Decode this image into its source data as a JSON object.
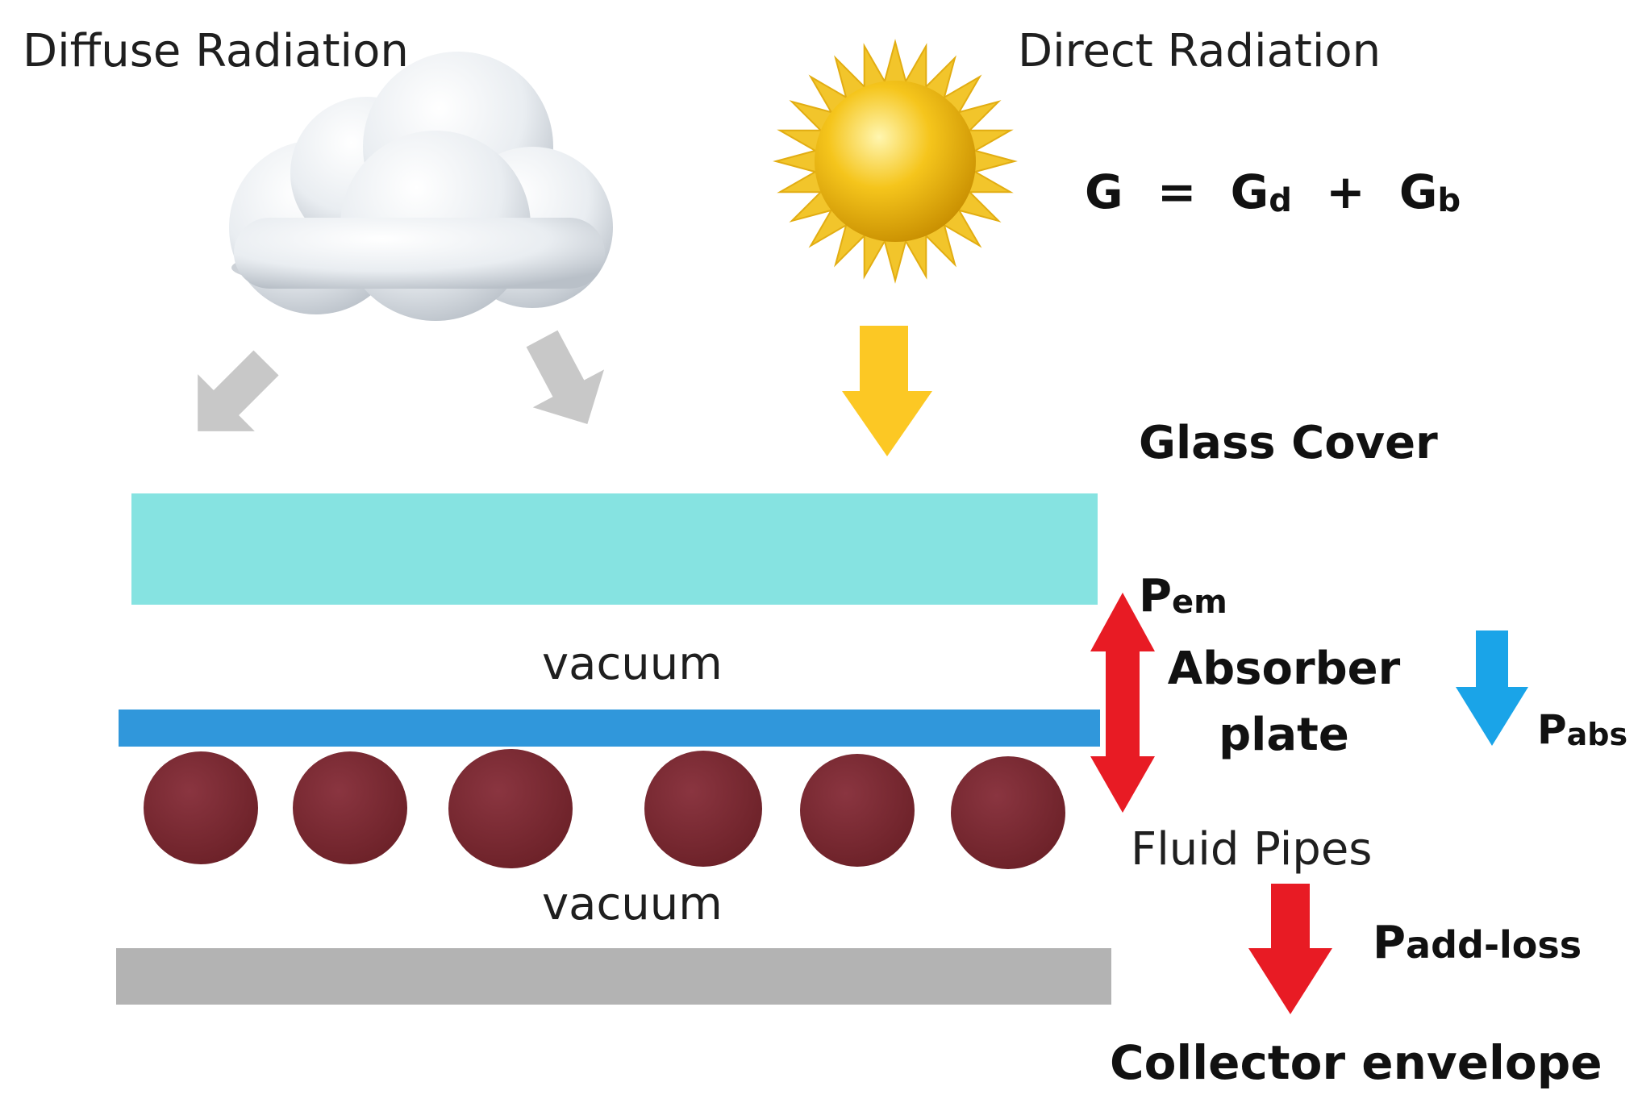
{
  "labels": {
    "diffuse_radiation": "Diffuse Radiation",
    "direct_radiation": "Direct Radiation",
    "glass_cover": "Glass Cover",
    "vacuum_top": "vacuum",
    "absorber_line1": "Absorber",
    "absorber_line2": "plate",
    "fluid_pipes": "Fluid Pipes",
    "vacuum_bottom": "vacuum",
    "collector_envelope": "Collector envelope"
  },
  "equation": {
    "G": "G",
    "equals": "=",
    "Gd_base": "G",
    "Gd_sub": "d",
    "plus": "+",
    "Gb_base": "G",
    "Gb_sub": "b"
  },
  "power": {
    "em_base": "P",
    "em_sub": "em",
    "abs_base": "P",
    "abs_sub": "abs",
    "loss_base": "P",
    "loss_sub": "add-loss"
  },
  "icons": {
    "cloud": "cloud-icon",
    "sun": "sun-icon"
  },
  "colors": {
    "glass_cover": "#86e3e1",
    "absorber_plate": "#3097db",
    "fluid_pipe": "#7a2b33",
    "collector_envelope": "#b3b3b3",
    "diffuse_arrow": "#c8c8c8",
    "direct_arrow": "#fcc824",
    "emission_arrow": "#e81b24",
    "absorption_arrow": "#1aa4e8",
    "loss_arrow": "#e81b24",
    "sun_core": "#f5c21a",
    "sun_rays": "#f2c52b"
  }
}
